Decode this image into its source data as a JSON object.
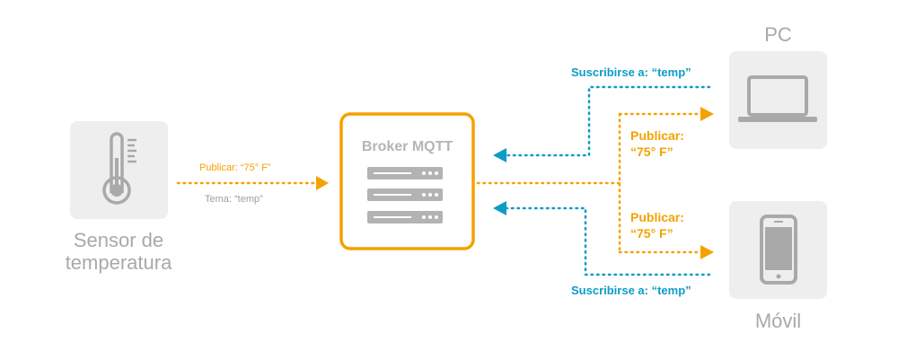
{
  "colors": {
    "publish": "#f5a100",
    "subscribe": "#0d9cc6",
    "broker_border": "#f5a100",
    "device_bg": "#eeeeee",
    "icon_grey": "#a9a9a9",
    "text_grey": "#a9a9a9"
  },
  "sensor": {
    "label_line1": "Sensor de",
    "label_line2": "temperatura",
    "icon": "thermometer-icon"
  },
  "broker": {
    "title": "Broker MQTT",
    "icon": "server-rack-icon"
  },
  "sensor_link": {
    "publish": "Publicar: “75° F”",
    "topic": "Tema: “temp”"
  },
  "pc": {
    "label": "PC",
    "icon": "laptop-icon",
    "subscribe": "Suscribirse a: “temp”",
    "publish_line1": "Publicar:",
    "publish_line2": "“75° F”"
  },
  "mobile": {
    "label": "Móvil",
    "icon": "smartphone-icon",
    "subscribe": "Suscribirse a: “temp”",
    "publish_line1": "Publicar:",
    "publish_line2": "“75° F”"
  }
}
